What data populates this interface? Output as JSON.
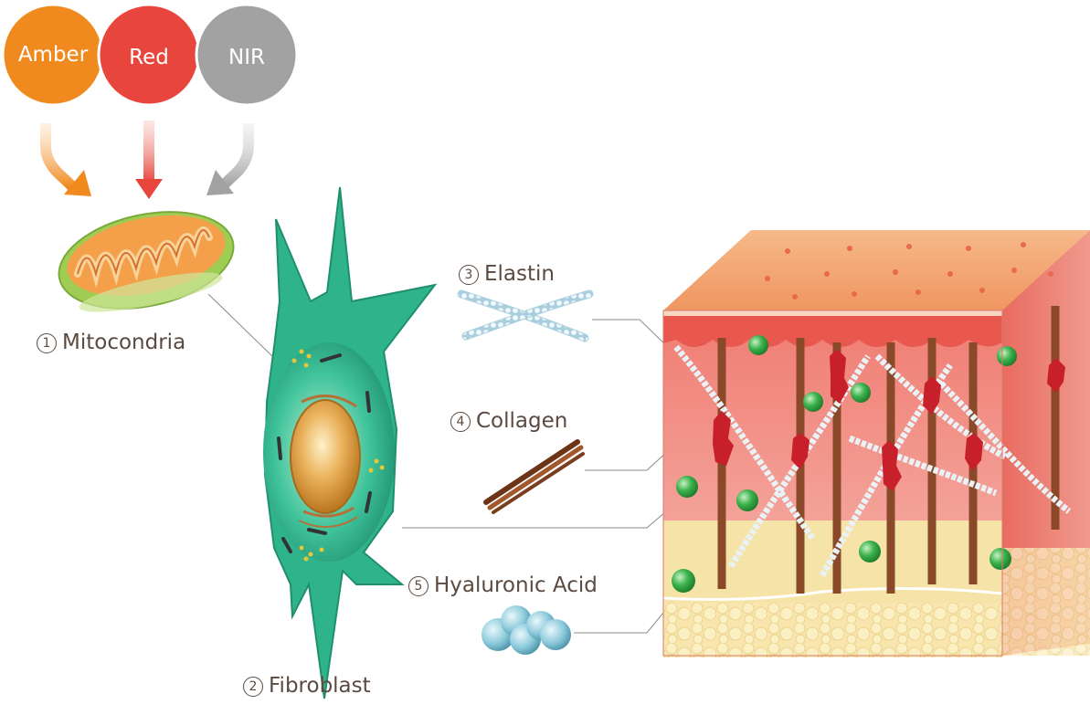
{
  "light_sources": [
    {
      "label": "Amber",
      "color": "#f08a1e"
    },
    {
      "label": "Red",
      "color": "#e8453c"
    },
    {
      "label": "NIR",
      "color": "#a2a2a2"
    }
  ],
  "labels": {
    "mitocondria": {
      "num": "1",
      "text": "Mitocondria"
    },
    "fibroblast": {
      "num": "2",
      "text": "Fibroblast"
    },
    "elastin": {
      "num": "3",
      "text": "Elastin"
    },
    "collagen": {
      "num": "4",
      "text": "Collagen"
    },
    "hyaluronic": {
      "num": "5",
      "text": "Hyaluronic Acid"
    }
  },
  "colors": {
    "cell_body": "#2fb38a",
    "nucleus": "#e3a13a",
    "collagen": "#8a4a2a",
    "hyaluronic": "#7fbccc",
    "skin_top": "#f2a06a",
    "dermis": "#ef8a7e",
    "fat": "#f6e3a8",
    "green_dots": "#3bb24c"
  }
}
